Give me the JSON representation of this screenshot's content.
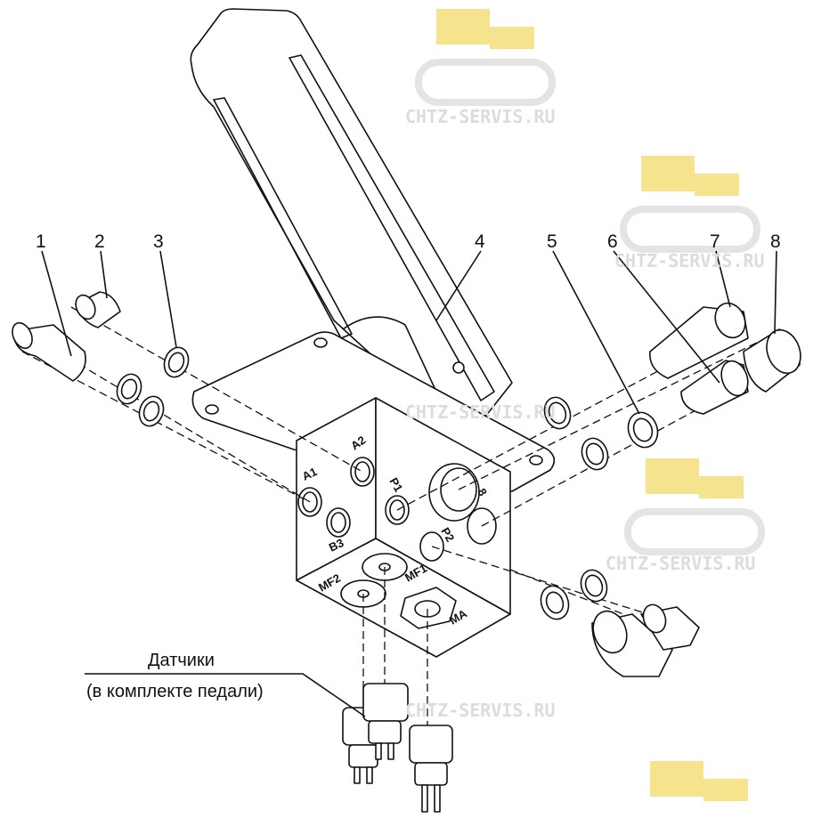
{
  "callouts": [
    "1",
    "2",
    "3",
    "4",
    "5",
    "6",
    "7",
    "8"
  ],
  "block_ports": {
    "a1": "A1",
    "a2": "A2",
    "b3": "B3",
    "p1": "P1",
    "p2": "P2",
    "port8": "8",
    "mf1": "MF1",
    "mf2": "MF2",
    "ma": "MA"
  },
  "sensors_caption": {
    "title": "Датчики",
    "subtitle": "(в комплекте педали)"
  },
  "watermark": {
    "text": "CHTZ-SERVIS.RU",
    "color_yellow": "#f6e38e",
    "color_gray": "#e4e4e4"
  }
}
